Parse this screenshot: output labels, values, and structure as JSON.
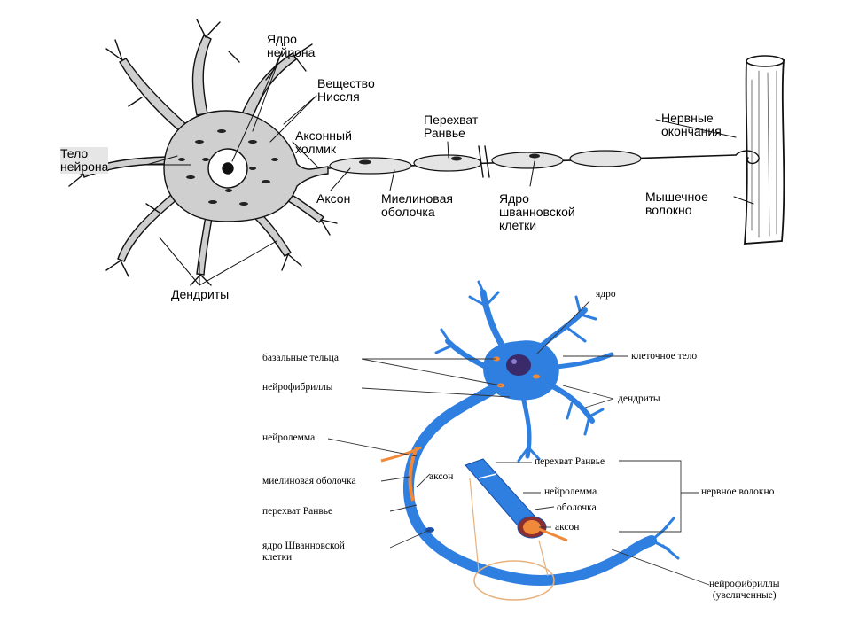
{
  "top_diagram": {
    "labels": {
      "nucleus": "Ядро\nнейрона",
      "nissl": "Вещество\nНиссля",
      "hillock": "Аксонный\nхолмик",
      "ranvier": "Перехват\nРанвье",
      "nerve_endings": "Нервные\nокончания",
      "body": "Тело\nнейрона",
      "axon": "Аксон",
      "myelin": "Миелиновая\nоболочка",
      "schwann": "Ядро\nшванновской\nклетки",
      "muscle": "Мышечное\nволокно",
      "dendrites": "Дендриты"
    },
    "colors": {
      "ink": "#111111",
      "cell_fill": "#cfcfcf",
      "body_label_bg": "#e6e6e6"
    }
  },
  "bottom_diagram": {
    "labels": {
      "nucleus": "ядро",
      "basal": "базальные тельца",
      "cell_body": "клеточное тело",
      "neurofibrils": "нейрофибриллы",
      "dendrites": "дендриты",
      "neurolemma": "нейролемма",
      "myelin": "миелиновая оболочка",
      "axon": "аксон",
      "ranvier": "перехват Ранвье",
      "schwann": "ядро Шванновской\nклетки",
      "ranvier_inset": "перехват Ранвье",
      "neurolemma_inset": "нейролемма",
      "sheath_inset": "оболочка",
      "axon_inset": "аксон",
      "nerve_fiber": "нервное волокно",
      "neurofibrils_enlarged": "нейрофибриллы\n(увеличенные)"
    },
    "colors": {
      "neuron": "#2f7fe0",
      "neuron_dark": "#1a4fa8",
      "nucleus": "#3a2a6a",
      "myelin": "#f08a3a",
      "lens": "#e8b07a"
    }
  }
}
